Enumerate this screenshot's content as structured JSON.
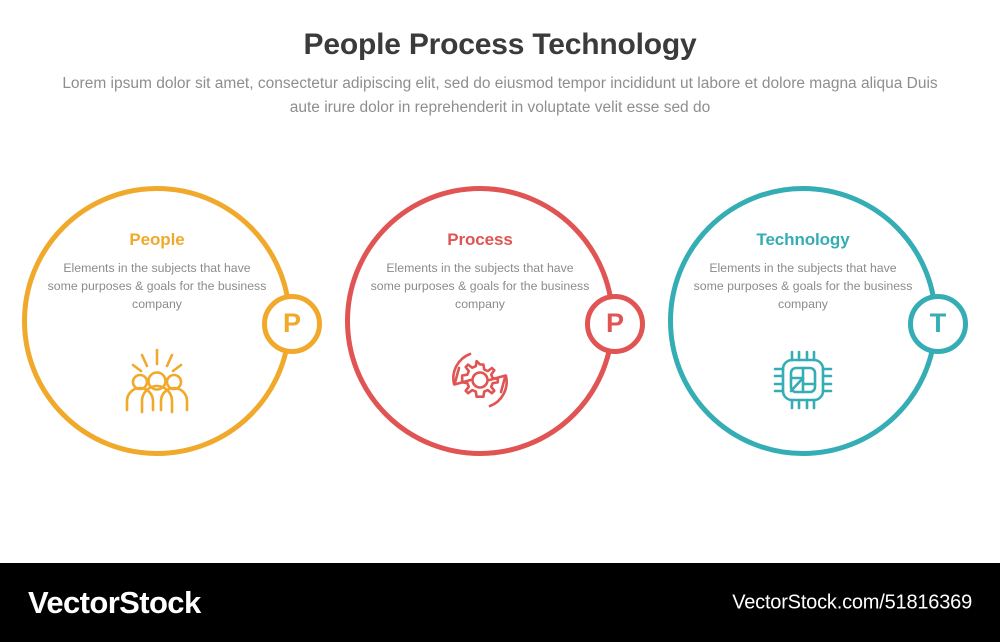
{
  "header": {
    "title": "People Process Technology",
    "subtitle": "Lorem ipsum dolor sit amet, consectetur adipiscing elit, sed do eiusmod tempor incididunt ut labore et dolore magna aliqua Duis aute irure dolor in reprehenderit in voluptate velit esse sed do"
  },
  "palette": {
    "orange": "#F0A92B",
    "red": "#E05453",
    "teal": "#35ADB5",
    "title_gray": "#3b3b3b",
    "body_gray": "#8b8b8b",
    "background": "#ffffff",
    "footer_background": "#000000"
  },
  "cards": [
    {
      "heading": "People",
      "description": "Elements in the subjects that have  some purposes & goals for the  business company",
      "badge_letter": "P",
      "color": "#F0A92B",
      "icon": "people-group-icon"
    },
    {
      "heading": "Process",
      "description": "Elements in the subjects that have  some purposes & goals for the  business company",
      "badge_letter": "P",
      "color": "#E05453",
      "icon": "gear-refresh-icon"
    },
    {
      "heading": "Technology",
      "description": "Elements in the subjects that have  some purposes & goals for the  business company",
      "badge_letter": "T",
      "color": "#35ADB5",
      "icon": "microchip-icon"
    }
  ],
  "footer": {
    "logo": "VectorStock",
    "url": "VectorStock.com/51816369"
  }
}
